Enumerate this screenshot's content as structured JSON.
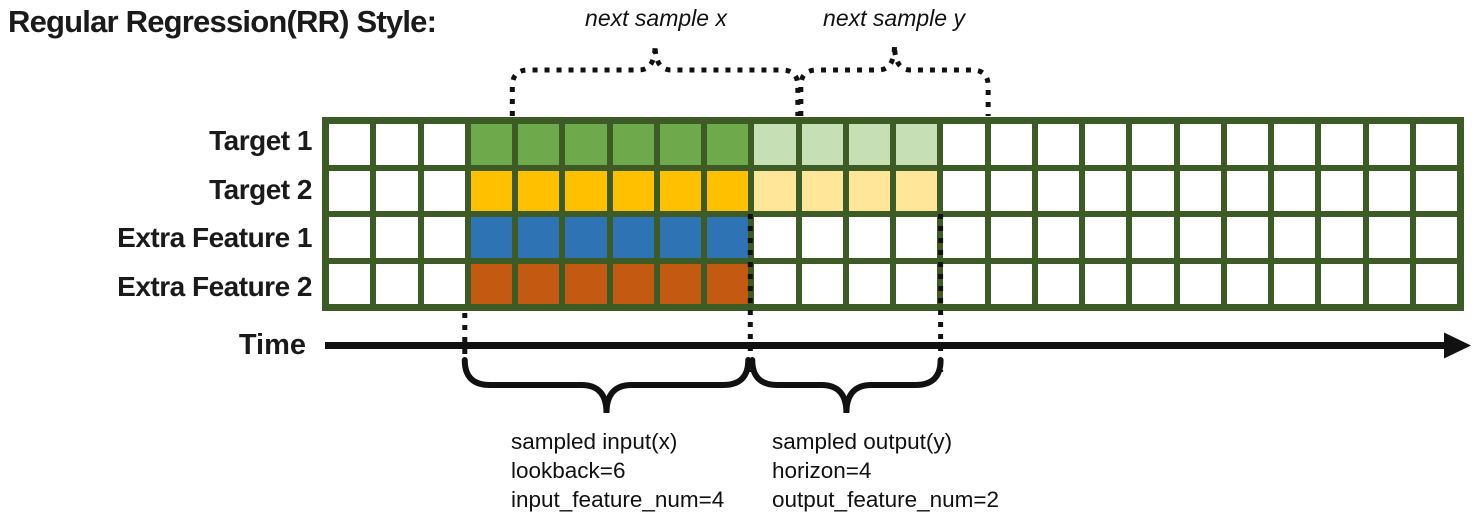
{
  "title": "Regular Regression(RR) Style:",
  "colors": {
    "grid_border": "#3D5B24",
    "white": "#FFFFFF",
    "green": "#6EA94B",
    "greenLight": "#C6DFB5",
    "gold": "#FFC000",
    "goldLight": "#FFE699",
    "blue": "#2E73B4",
    "orange": "#C45A12",
    "annotation_black": "#111111"
  },
  "grid": {
    "columns": 24,
    "rows": [
      {
        "label": "Target 1",
        "segments": [
          {
            "color": "white",
            "count": 3
          },
          {
            "color": "green",
            "count": 6
          },
          {
            "color": "greenLight",
            "count": 4
          },
          {
            "color": "white",
            "count": 11
          }
        ]
      },
      {
        "label": "Target 2",
        "segments": [
          {
            "color": "white",
            "count": 3
          },
          {
            "color": "gold",
            "count": 6
          },
          {
            "color": "goldLight",
            "count": 4
          },
          {
            "color": "white",
            "count": 11
          }
        ]
      },
      {
        "label": "Extra Feature 1",
        "segments": [
          {
            "color": "white",
            "count": 3
          },
          {
            "color": "blue",
            "count": 6
          },
          {
            "color": "white",
            "count": 15
          }
        ]
      },
      {
        "label": "Extra Feature 2",
        "segments": [
          {
            "color": "white",
            "count": 3
          },
          {
            "color": "orange",
            "count": 6
          },
          {
            "color": "white",
            "count": 15
          }
        ]
      }
    ]
  },
  "annotations": {
    "next_sample_x": "next sample x",
    "next_sample_y": "next sample y",
    "sampled_input": [
      "sampled input(x)",
      "lookback=6",
      "input_feature_num=4"
    ],
    "sampled_output": [
      "sampled output(y)",
      "horizon=4",
      "output_feature_num=2"
    ]
  },
  "time_axis": {
    "label": "Time"
  },
  "sampling": {
    "lookback": 6,
    "horizon": 4,
    "input_feature_num": 4,
    "output_feature_num": 2,
    "input_columns": [
      4,
      9
    ],
    "output_columns": [
      10,
      13
    ],
    "next_input_columns": [
      5,
      10
    ],
    "next_output_columns": [
      11,
      14
    ]
  }
}
